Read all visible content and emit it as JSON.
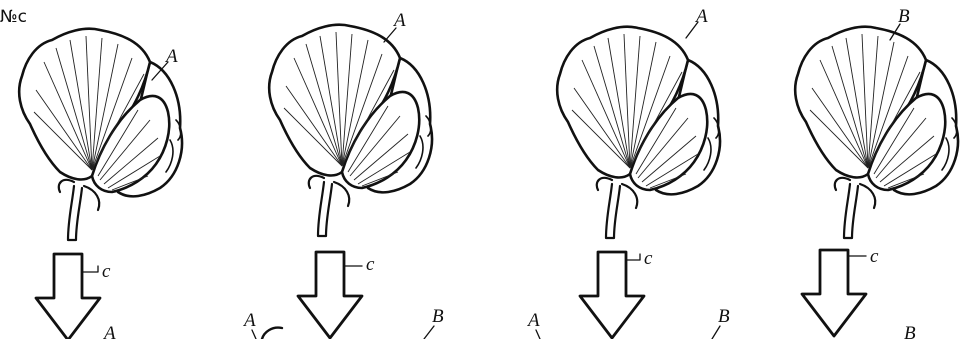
{
  "corner_mark": "№c",
  "panels": [
    {
      "top_label": "A",
      "arrow_label": "c",
      "bottom_labels": [
        "A"
      ]
    },
    {
      "top_label": "A",
      "arrow_label": "c",
      "bottom_labels": [
        "A",
        "B"
      ]
    },
    {
      "top_label": "A",
      "arrow_label": "c",
      "bottom_labels": [
        "A",
        "B"
      ]
    },
    {
      "top_label": "B",
      "arrow_label": "c",
      "bottom_labels": [
        "B"
      ]
    }
  ]
}
